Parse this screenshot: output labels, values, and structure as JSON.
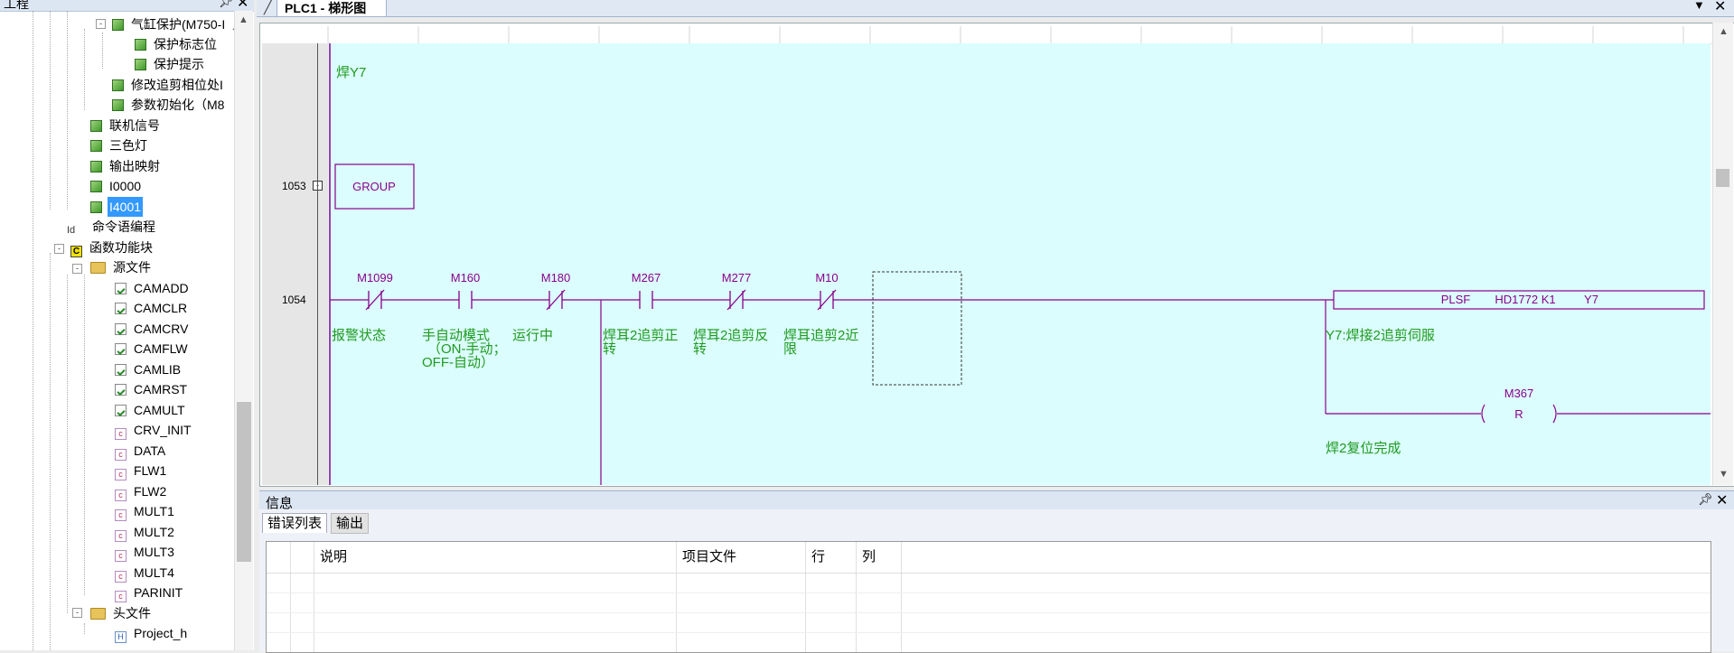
{
  "left_panel": {
    "title": "工程",
    "pin_icon": "pin-icon",
    "close_icon": "close-icon",
    "tree": [
      {
        "label": "气缸保护(M750-I",
        "icon": "green-block"
      },
      {
        "label": "保护标志位",
        "icon": "green-block"
      },
      {
        "label": "保护提示",
        "icon": "green-block"
      },
      {
        "label": "修改追剪相位处I",
        "icon": "green-block"
      },
      {
        "label": "参数初始化（M8",
        "icon": "green-block"
      },
      {
        "label": "联机信号",
        "icon": "green-block"
      },
      {
        "label": "三色灯",
        "icon": "green-block"
      },
      {
        "label": "输出映射",
        "icon": "green-block"
      },
      {
        "label": "I0000",
        "icon": "green-block"
      },
      {
        "label": "I4001",
        "icon": "green-block",
        "selected": true
      },
      {
        "label": "命令语编程",
        "icon": "instruction"
      },
      {
        "label": "函数功能块",
        "icon": "function-block",
        "icon_text": "C"
      },
      {
        "label": "源文件",
        "icon": "folder"
      },
      {
        "label": "CAMADD",
        "icon": "check-doc"
      },
      {
        "label": "CAMCLR",
        "icon": "check-doc"
      },
      {
        "label": "CAMCRV",
        "icon": "check-doc"
      },
      {
        "label": "CAMFLW",
        "icon": "check-doc"
      },
      {
        "label": "CAMLIB",
        "icon": "check-doc"
      },
      {
        "label": "CAMRST",
        "icon": "check-doc"
      },
      {
        "label": "CAMULT",
        "icon": "check-doc"
      },
      {
        "label": "CRV_INIT",
        "icon": "c-file",
        "icon_text": "c"
      },
      {
        "label": "DATA",
        "icon": "c-file",
        "icon_text": "c"
      },
      {
        "label": "FLW1",
        "icon": "c-file",
        "icon_text": "c"
      },
      {
        "label": "FLW2",
        "icon": "c-file",
        "icon_text": "c"
      },
      {
        "label": "MULT1",
        "icon": "c-file",
        "icon_text": "c"
      },
      {
        "label": "MULT2",
        "icon": "c-file",
        "icon_text": "c"
      },
      {
        "label": "MULT3",
        "icon": "c-file",
        "icon_text": "c"
      },
      {
        "label": "MULT4",
        "icon": "c-file",
        "icon_text": "c"
      },
      {
        "label": "PARINIT",
        "icon": "c-file",
        "icon_text": "c"
      },
      {
        "label": "头文件",
        "icon": "folder"
      },
      {
        "label": "Project_h",
        "icon": "h-file",
        "icon_text": "H"
      }
    ],
    "expander_plus": "-",
    "cmd_icon_text": "Id"
  },
  "tab": {
    "title": "PLC1 - 梯形图",
    "dropdown_icon": "chevron-down-icon",
    "close_icon": "close-icon"
  },
  "ladder": {
    "comment_top": "焊Y7",
    "rows": [
      {
        "lineno": "1053",
        "fold": "-",
        "group_label": "GROUP"
      },
      {
        "lineno": "1054"
      }
    ],
    "contacts": [
      {
        "addr": "M1099",
        "type": "NC",
        "comment": [
          "报警状态"
        ]
      },
      {
        "addr": "M160",
        "type": "NO",
        "comment": [
          "手自动模式",
          "（ON-手动；",
          "OFF-自动）"
        ]
      },
      {
        "addr": "M180",
        "type": "NC",
        "comment": [
          "运行中"
        ]
      },
      {
        "addr": "M267",
        "type": "NO",
        "comment": [
          "焊耳2追剪正",
          "转"
        ]
      },
      {
        "addr": "M277",
        "type": "NC",
        "comment": [
          "焊耳2追剪反",
          "转"
        ]
      },
      {
        "addr": "M10",
        "type": "NC",
        "comment": [
          "焊耳追剪2近",
          "限"
        ]
      }
    ],
    "function_block": {
      "instr": "PLSF",
      "arg1": "HD1772 K1",
      "arg2": "Y7",
      "comment": "Y7:焊接2追剪伺服"
    },
    "coil": {
      "addr": "M367",
      "type": "R",
      "comment": "焊2复位完成"
    },
    "colors": {
      "background": "#dbfdfd",
      "rung": "#8b008b",
      "comment": "#1f9a1f"
    }
  },
  "info_panel": {
    "title": "信息",
    "tabs": [
      "错误列表",
      "输出"
    ],
    "active_tab": "错误列表",
    "columns": [
      "说明",
      "项目文件",
      "行",
      "列"
    ],
    "pin_icon": "pin-icon",
    "close_icon": "close-icon"
  }
}
